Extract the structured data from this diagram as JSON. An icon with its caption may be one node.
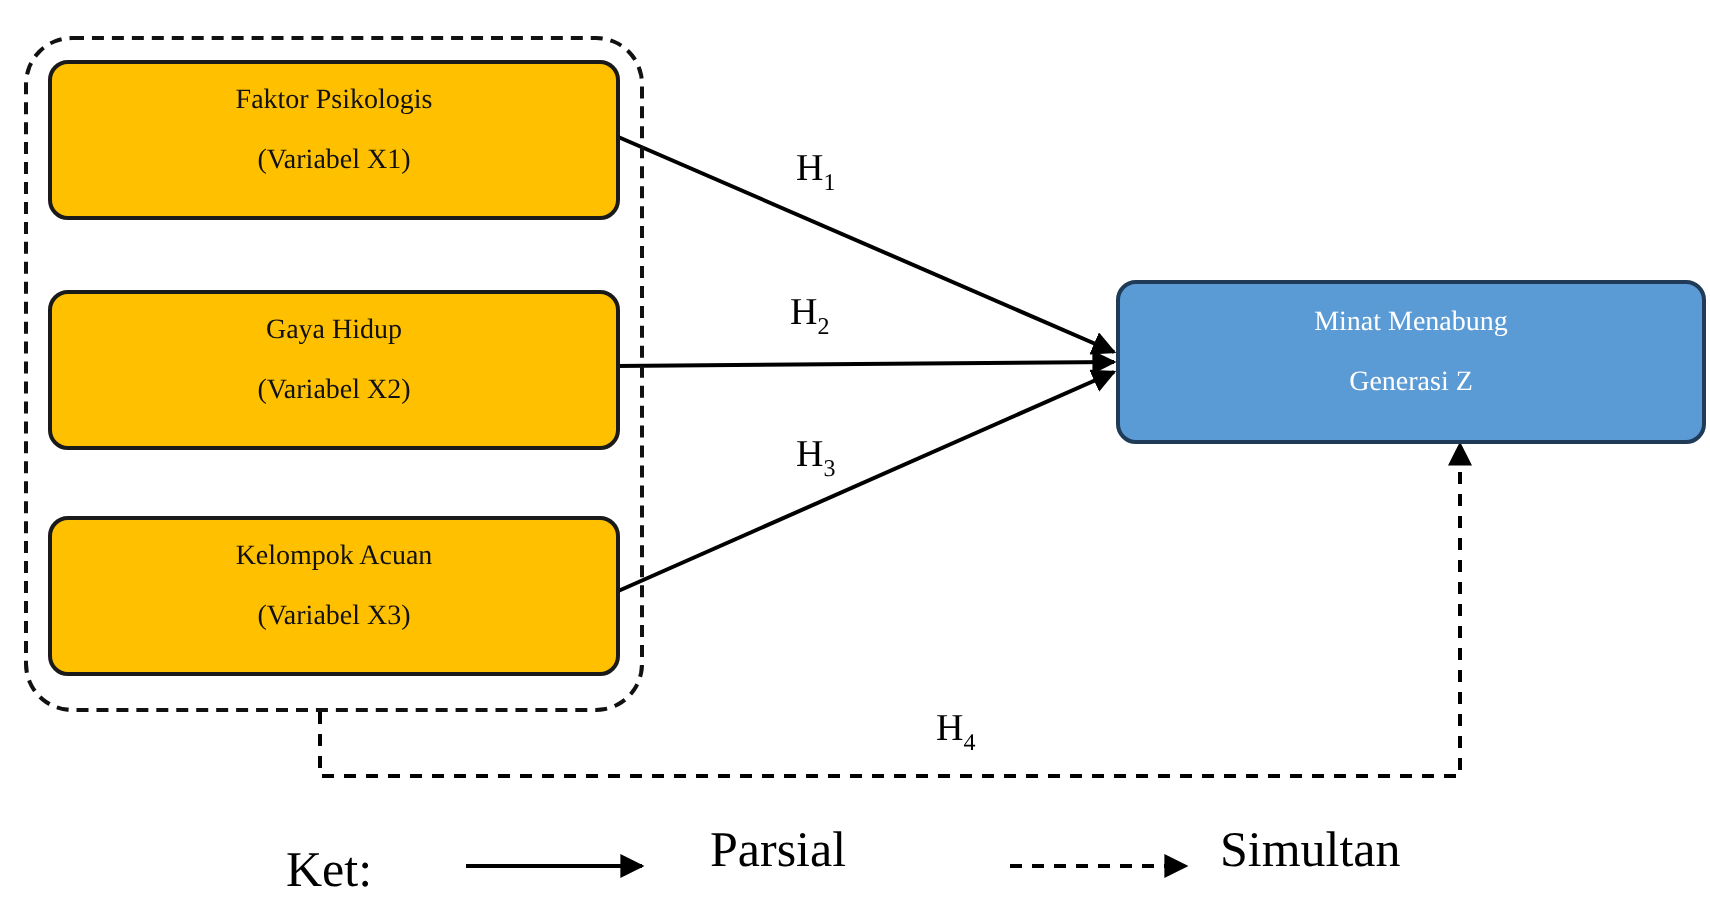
{
  "diagram": {
    "nodes": [
      {
        "text": [],
        "shape": "box"
      },
      {
        "text": [
          "Faktor Psikologis",
          "(Variabel X1)"
        ],
        "in": 0
      },
      {
        "text": [
          "Gaya Hidup",
          "(Variabel X2)"
        ],
        "in": 0
      },
      {
        "text": [
          "Kelompok Acuan",
          "(Variabel X3)"
        ],
        "in": 0
      },
      {
        "text": [
          "Minat Menabung",
          "Generasi Z"
        ]
      }
    ],
    "edges": [
      {
        "from": 1,
        "to": 4,
        "arrow": "to",
        "label": "H$_{1}$"
      },
      {
        "from": 2,
        "to": 4,
        "arrow": "to",
        "label": "H$_{2}$"
      },
      {
        "from": 3,
        "to": 4,
        "arrow": "to",
        "label": "H$_{3}$"
      },
      {
        "from": 0,
        "to": 4,
        "arrow": "to",
        "label": "H$_{4}$",
        "style": "dashed"
      }
    ],
    "labels": [
      "Ket:"
    ],
    "legend": [
      {
        "text": "Parsial"
      },
      {
        "text": "Simultan"
      }
    ]
  }
}
